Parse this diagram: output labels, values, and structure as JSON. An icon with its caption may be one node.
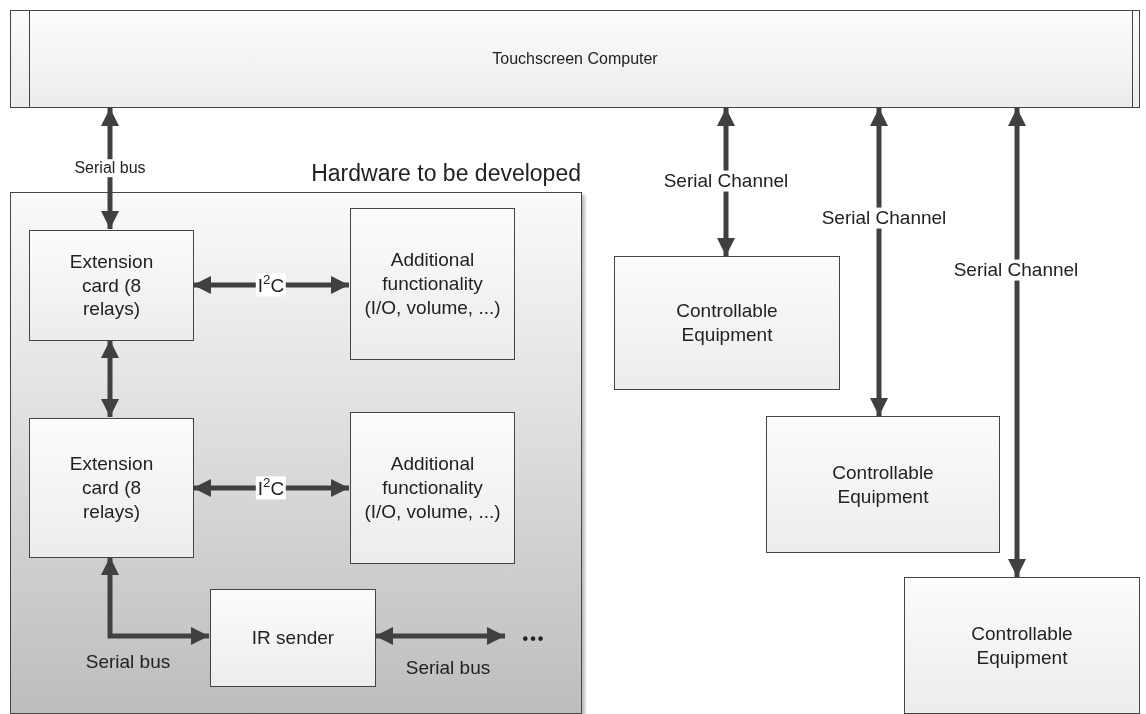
{
  "diagram": {
    "nodes": [
      {
        "text": [
          "Touchscreen Computer"
        ]
      },
      {
        "text": [
          "Hardware to be developed"
        ]
      },
      {
        "text": [
          "Extension card (8 relays)"
        ],
        "in": 1
      },
      {
        "text": [
          "Additional functionality (I/O, volume, ...)"
        ],
        "in": 1
      },
      {
        "text": [
          "Extension card (8 relays)"
        ],
        "in": 1
      },
      {
        "text": [
          "Additional functionality (I/O, volume, ...)"
        ],
        "in": 1
      },
      {
        "text": [
          "IR sender"
        ],
        "in": 1
      },
      {
        "text": [
          "•••"
        ],
        "in": 1
      },
      {
        "text": [
          "Controllable Equipment"
        ]
      },
      {
        "text": [
          "Controllable Equipment"
        ]
      },
      {
        "text": [
          "Controllable Equipment"
        ]
      }
    ],
    "edges": [
      {
        "from": 0,
        "to": 2,
        "arrow": "both",
        "label": "Serial bus"
      },
      {
        "from": 2,
        "to": 3,
        "arrow": "both",
        "label": "I$^{2}$C"
      },
      {
        "from": 2,
        "to": 4,
        "arrow": "both"
      },
      {
        "from": 4,
        "to": 5,
        "arrow": "both",
        "label": "I$^{2}$C"
      },
      {
        "from": 4,
        "to": 6,
        "arrow": "both",
        "label": "Serial bus"
      },
      {
        "from": 6,
        "to": 7,
        "arrow": "both",
        "label": "Serial bus"
      },
      {
        "from": 0,
        "to": 8,
        "arrow": "both",
        "label": "Serial Channel"
      },
      {
        "from": 0,
        "to": 9,
        "arrow": "both",
        "label": "Serial Channel"
      },
      {
        "from": 0,
        "to": 10,
        "arrow": "both",
        "label": "Serial Channel"
      }
    ]
  }
}
